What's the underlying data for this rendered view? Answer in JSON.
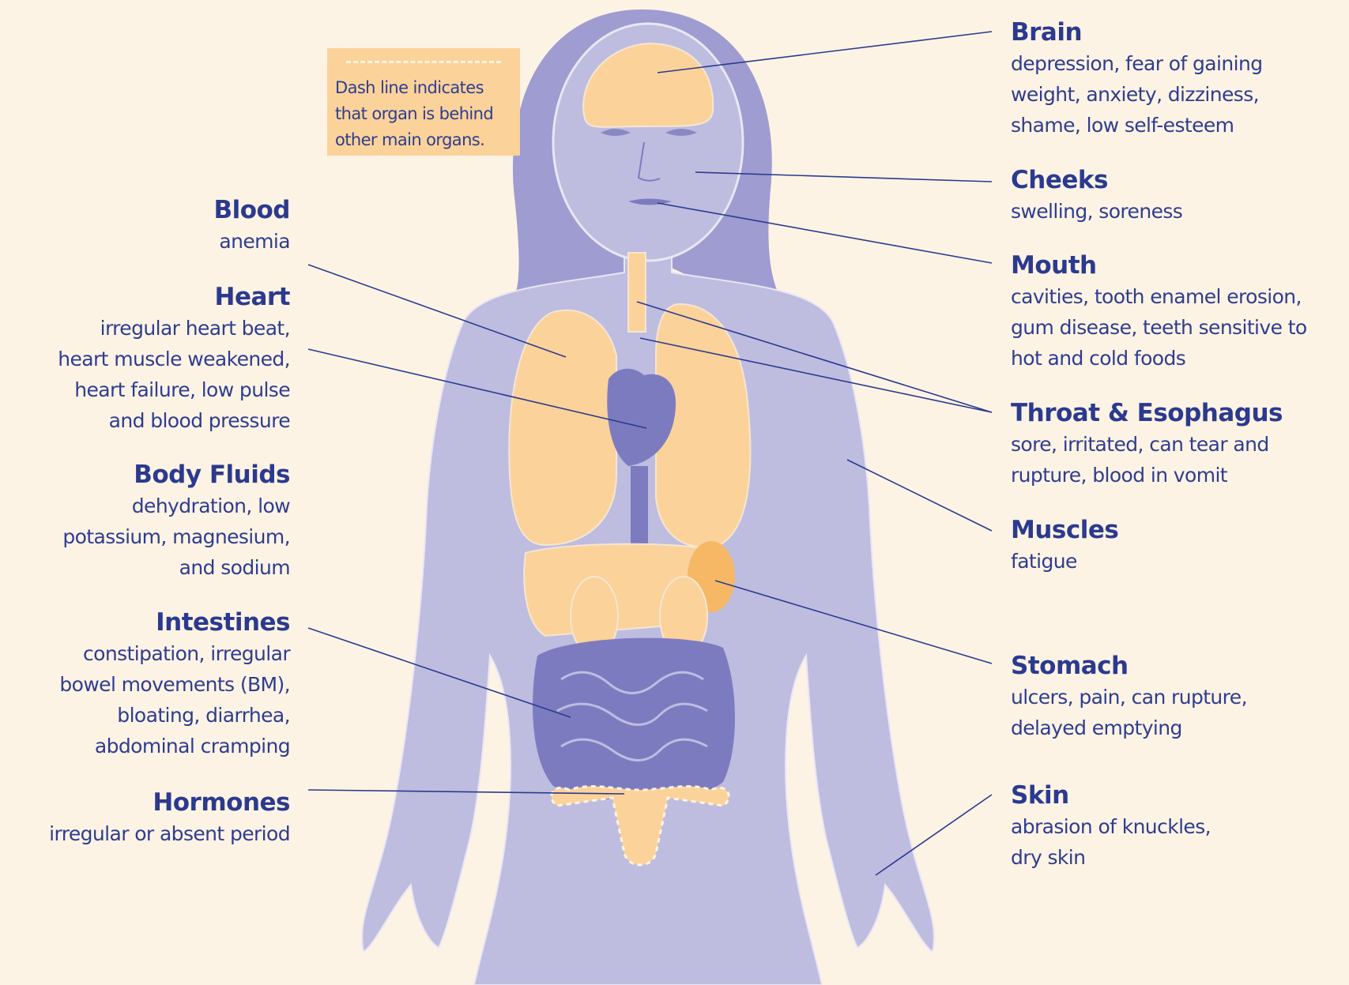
{
  "legend": {
    "text": "Dash line indicates\nthat organ is behind\nother main organs."
  },
  "colors": {
    "background": "#fdf3e4",
    "body": "#bebde0",
    "hair": "#9e9cd0",
    "organ": "#fbd29a",
    "organ_dark": "#f6b865",
    "vein": "#7d7bc0",
    "text": "#2b3a8f"
  },
  "left_labels": [
    {
      "title": "Blood",
      "desc": "anemia"
    },
    {
      "title": "Heart",
      "desc": "irregular heart beat,\nheart muscle weakened,\nheart failure, low pulse\nand blood pressure"
    },
    {
      "title": "Body Fluids",
      "desc": "dehydration, low\npotassium, magnesium,\nand sodium"
    },
    {
      "title": "Intestines",
      "desc": "constipation, irregular\nbowel movements (BM),\nbloating, diarrhea,\nabdominal cramping"
    },
    {
      "title": "Hormones",
      "desc": "irregular or absent period"
    }
  ],
  "right_labels": [
    {
      "title": "Brain",
      "desc": "depression, fear of gaining\nweight, anxiety, dizziness,\nshame, low self-esteem"
    },
    {
      "title": "Cheeks",
      "desc": "swelling, soreness"
    },
    {
      "title": "Mouth",
      "desc": "cavities, tooth enamel erosion,\ngum disease, teeth sensitive to\nhot and cold foods"
    },
    {
      "title": "Throat & Esophagus",
      "desc": "sore, irritated, can tear and\nrupture, blood in vomit"
    },
    {
      "title": "Muscles",
      "desc": "fatigue"
    },
    {
      "title": "Stomach",
      "desc": "ulcers, pain, can rupture,\ndelayed emptying"
    },
    {
      "title": "Skin",
      "desc": "abrasion of knuckles,\ndry skin"
    }
  ]
}
